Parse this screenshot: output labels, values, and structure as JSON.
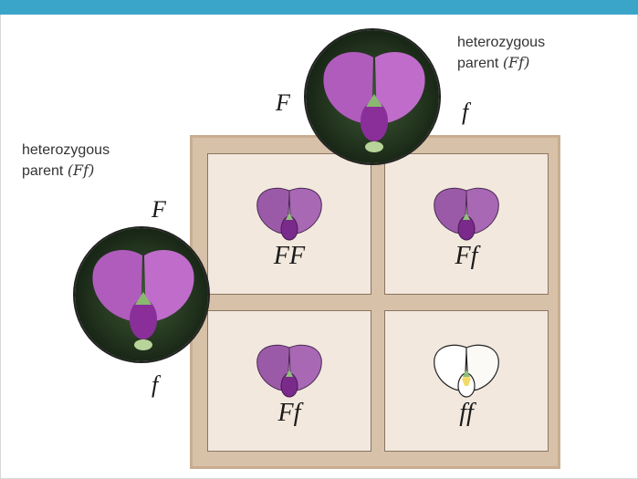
{
  "top_parent": {
    "label_line1": "heterozygous",
    "label_line2": "parent ",
    "genotype": "(Ff)",
    "allele_left": "F",
    "allele_right": "f"
  },
  "left_parent": {
    "label_line1": "heterozygous",
    "label_line2": "parent ",
    "genotype": "(Ff)",
    "allele_top": "F",
    "allele_bottom": "f"
  },
  "cells": [
    {
      "genotype": "FF",
      "flower_color": "purple"
    },
    {
      "genotype": "Ff",
      "flower_color": "purple"
    },
    {
      "genotype": "Ff",
      "flower_color": "purple"
    },
    {
      "genotype": "ff",
      "flower_color": "white"
    }
  ],
  "colors": {
    "header_bar": "#3aa5c9",
    "square_border": "#d7c1a8",
    "cell_fill": "#f2e8dd",
    "purple_petal": "#9b5aa8",
    "white_petal": "#ffffff"
  }
}
